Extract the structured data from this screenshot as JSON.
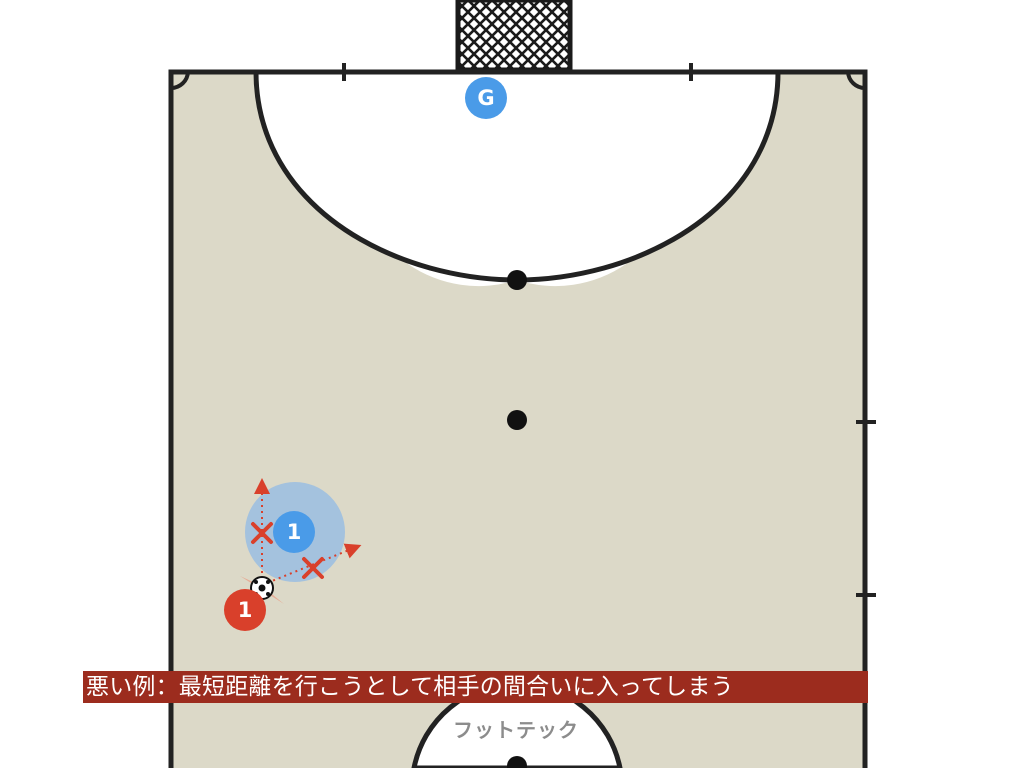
{
  "diagram": {
    "court_color": "#dcd9c8",
    "line_color": "#222222",
    "penalty_area_color": "#ffffff",
    "goal_net_icon": "goal-net-icon",
    "ball_icon": "soccer-ball-icon"
  },
  "players": {
    "goalkeeper": {
      "label": "G",
      "team": "blue",
      "color": "#4a9be8"
    },
    "attacker_blue": {
      "label": "1",
      "team": "blue",
      "color": "#4a9be8",
      "reach_zone_color": "#9dbfe0"
    },
    "defender_red": {
      "label": "1",
      "team": "red",
      "color": "#d9402b"
    }
  },
  "marks": {
    "cross_color": "#d9402b",
    "arrow_color": "#d9402b",
    "cross_icon": "x-mark-icon",
    "arrow_icon": "dotted-arrow-icon"
  },
  "caption": {
    "text": "悪い例：最短距離を行こうとして相手の間合いに入ってしまう",
    "background": "#9c2c1e"
  },
  "watermark": {
    "text": "フットテック"
  }
}
